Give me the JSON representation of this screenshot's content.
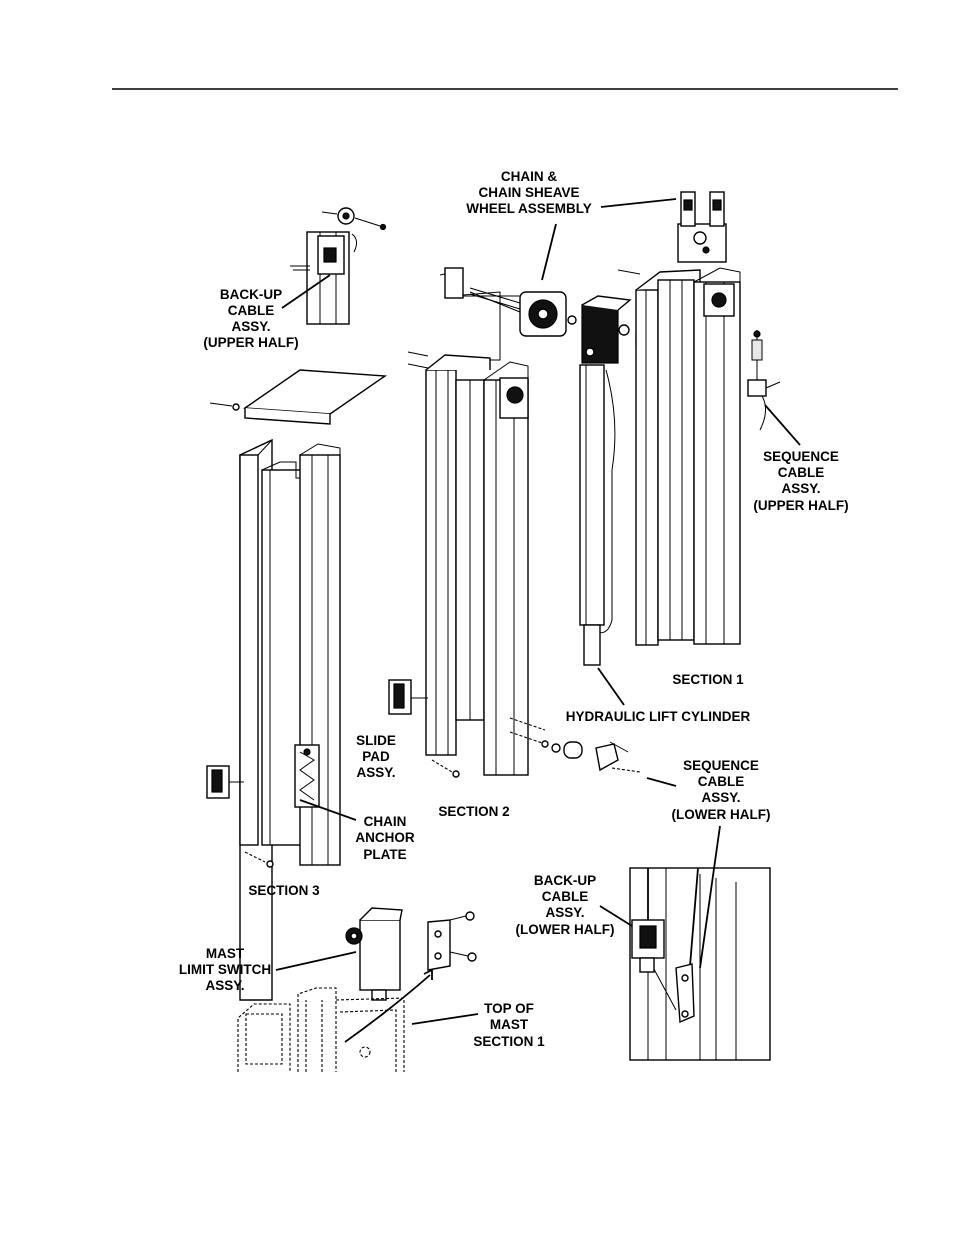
{
  "labels": {
    "chain_sheave": [
      "CHAIN &",
      "CHAIN SHEAVE",
      "WHEEL ASSEMBLY"
    ],
    "backup_upper": [
      "BACK-UP",
      "CABLE",
      "ASSY.",
      "(UPPER HALF)"
    ],
    "sequence_upper": [
      "SEQUENCE",
      "CABLE",
      "ASSY.",
      "(UPPER HALF)"
    ],
    "section1": "SECTION 1",
    "hydraulic": "HYDRAULIC LIFT CYLINDER",
    "slide_pad": [
      "SLIDE",
      "PAD",
      "ASSY."
    ],
    "sequence_lower": [
      "SEQUENCE",
      "CABLE",
      "ASSY.",
      "(LOWER HALF)"
    ],
    "section2": "SECTION 2",
    "chain_anchor": [
      "CHAIN",
      "ANCHOR",
      "PLATE"
    ],
    "section3": "SECTION 3",
    "backup_lower": [
      "BACK-UP",
      "CABLE",
      "ASSY.",
      "(LOWER HALF)"
    ],
    "mast_limit": [
      "MAST",
      "LIMIT SWITCH",
      "ASSY."
    ],
    "top_of_mast": [
      "TOP OF",
      "MAST",
      "SECTION 1"
    ]
  }
}
